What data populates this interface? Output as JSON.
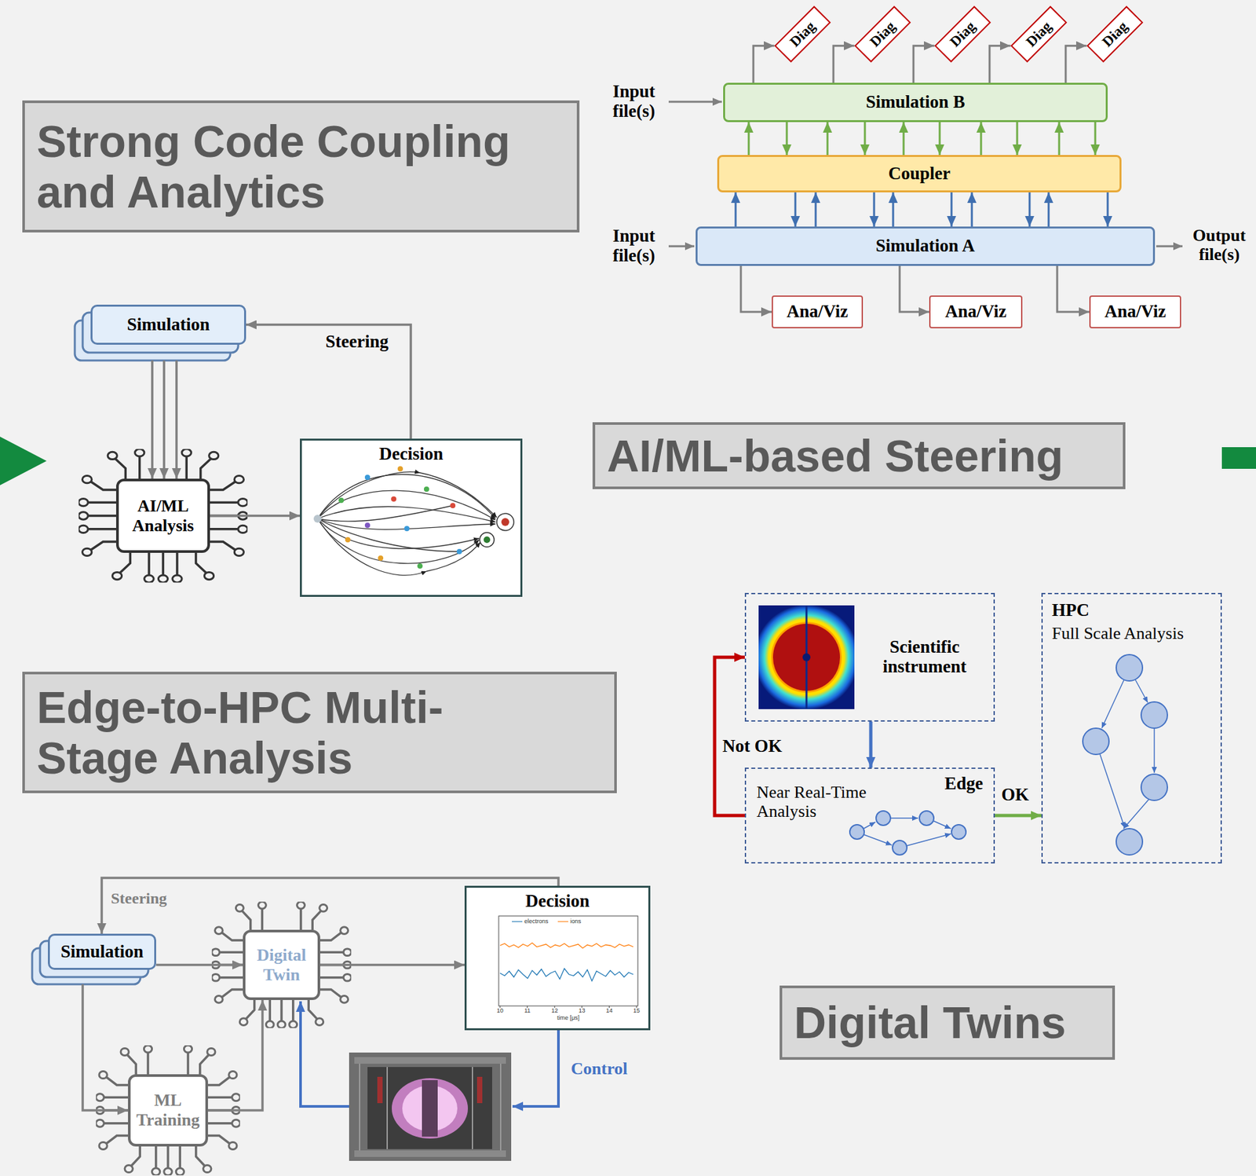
{
  "diagram": {
    "nodes": [
      {
        "text": [
          "Strong Code Coupling and Analytics"
        ]
      },
      {
        "text": [
          "Diag"
        ]
      },
      {
        "text": [
          "Diag"
        ]
      },
      {
        "text": [
          "Diag"
        ]
      },
      {
        "text": [
          "Diag"
        ]
      },
      {
        "text": [
          "Diag"
        ]
      },
      {
        "text": [
          "Simulation B"
        ]
      },
      {
        "text": [
          "Coupler"
        ]
      },
      {
        "text": [
          "Simulation A"
        ]
      },
      {
        "text": [
          "Ana/Viz"
        ]
      },
      {
        "text": [
          "Ana/Viz"
        ]
      },
      {
        "text": [
          "Ana/Viz"
        ]
      },
      {
        "text": [
          "Simulation"
        ]
      },
      {
        "text": [
          "AI/ML Analysis"
        ]
      },
      {
        "text": [
          "Decision"
        ]
      },
      {
        "text": [
          "AI/ML-based Steering"
        ]
      },
      {
        "text": [
          "Edge-to-HPC Multi-Stage Analysis"
        ]
      },
      {
        "text": [
          "Scientific instrument"
        ]
      },
      {
        "text": [
          "HPC",
          "Full Scale Analysis"
        ]
      },
      {
        "text": [
          "Edge",
          "Near Real-Time Analysis"
        ]
      },
      {
        "text": [
          "Simulation"
        ]
      },
      {
        "text": [
          "Digital Twin"
        ]
      },
      {
        "text": [
          "Decision"
        ]
      },
      {
        "text": [
          "ML Training"
        ]
      },
      {
        "text": [
          "Digital Twins"
        ]
      }
    ],
    "edges": [
      {
        "from": 6,
        "to": 1,
        "arrow": "to"
      },
      {
        "from": 6,
        "to": 2,
        "arrow": "to"
      },
      {
        "from": 6,
        "to": 3,
        "arrow": "to"
      },
      {
        "from": 6,
        "to": 4,
        "arrow": "to"
      },
      {
        "from": 6,
        "to": 5,
        "arrow": "to"
      },
      {
        "from": 7,
        "to": 6,
        "arrow": "to"
      },
      {
        "from": 6,
        "to": 7,
        "arrow": "to"
      },
      {
        "from": 7,
        "to": 6,
        "arrow": "to"
      },
      {
        "from": 6,
        "to": 7,
        "arrow": "to"
      },
      {
        "from": 7,
        "to": 6,
        "arrow": "to"
      },
      {
        "from": 6,
        "to": 7,
        "arrow": "to"
      },
      {
        "from": 7,
        "to": 6,
        "arrow": "to"
      },
      {
        "from": 6,
        "to": 7,
        "arrow": "to"
      },
      {
        "from": 7,
        "to": 6,
        "arrow": "to"
      },
      {
        "from": 6,
        "to": 7,
        "arrow": "to"
      },
      {
        "from": 8,
        "to": 7,
        "arrow": "to"
      },
      {
        "from": 7,
        "to": 8,
        "arrow": "to"
      },
      {
        "from": 8,
        "to": 7,
        "arrow": "to"
      },
      {
        "from": 7,
        "to": 8,
        "arrow": "to"
      },
      {
        "from": 8,
        "to": 7,
        "arrow": "to"
      },
      {
        "from": 7,
        "to": 8,
        "arrow": "to"
      },
      {
        "from": 8,
        "to": 7,
        "arrow": "to"
      },
      {
        "from": 7,
        "to": 8,
        "arrow": "to"
      },
      {
        "from": 8,
        "to": 7,
        "arrow": "to"
      },
      {
        "from": 7,
        "to": 8,
        "arrow": "to"
      },
      {
        "from": 8,
        "to": 9,
        "arrow": "to"
      },
      {
        "from": 8,
        "to": 10,
        "arrow": "to"
      },
      {
        "from": 8,
        "to": 11,
        "arrow": "to"
      },
      {
        "from": 12,
        "to": 13,
        "arrow": "to"
      },
      {
        "from": 12,
        "to": 13,
        "arrow": "to"
      },
      {
        "from": 12,
        "to": 13,
        "arrow": "to"
      },
      {
        "from": 13,
        "to": 14,
        "arrow": "to"
      },
      {
        "from": 14,
        "to": 12,
        "label": "Steering",
        "arrow": "to"
      },
      {
        "from": 17,
        "to": 19,
        "arrow": "to"
      },
      {
        "from": 19,
        "to": 17,
        "label": "Not OK",
        "arrow": "to"
      },
      {
        "from": 19,
        "to": 18,
        "label": "OK",
        "arrow": "to"
      },
      {
        "from": 20,
        "to": 21,
        "arrow": "to"
      },
      {
        "from": 21,
        "to": 22,
        "arrow": "to"
      },
      {
        "from": 22,
        "to": 20,
        "label": "Steering",
        "arrow": "to"
      },
      {
        "from": 20,
        "to": 23,
        "arrow": "to"
      },
      {
        "from": 23,
        "to": 21,
        "arrow": "to"
      }
    ],
    "labels": [
      "Input file(s)",
      "Input file(s)",
      "Output file(s)",
      "10",
      "11",
      "12",
      "13",
      "14",
      "15",
      "time [μs]",
      "Control"
    ],
    "legend": [
      {
        "text": "electrons"
      },
      {
        "text": "ions"
      }
    ]
  }
}
